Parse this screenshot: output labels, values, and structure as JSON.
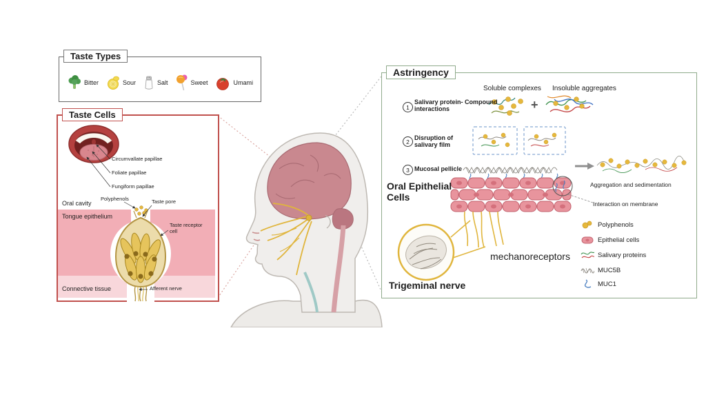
{
  "taste_types": {
    "title": "Taste Types",
    "items": [
      {
        "icon": "broccoli-icon",
        "label": "Bitter"
      },
      {
        "icon": "lemon-icon",
        "label": "Sour"
      },
      {
        "icon": "salt-shaker-icon",
        "label": "Salt"
      },
      {
        "icon": "lollipop-icon",
        "label": "Sweet"
      },
      {
        "icon": "tomato-icon",
        "label": "Umami"
      }
    ]
  },
  "taste_cells": {
    "title": "Taste Cells",
    "papillae": [
      "Circumvallate papillae",
      "Foliate papillae",
      "Fungiform papillae"
    ],
    "labels": {
      "oral_cavity": "Oral cavity",
      "tongue_epithelium": "Tongue epithelium",
      "polyphenols": "Polyphenols",
      "taste_pore": "Taste pore",
      "taste_receptor_cell": "Taste receptor cell",
      "connective_tissue": "Connective tissue",
      "afferent_nerve": "Afferent nerve"
    }
  },
  "astringency": {
    "title": "Astringency",
    "soluble_header": "Soluble complexes",
    "insoluble_header": "Insoluble aggregates",
    "plus_sign": "+",
    "steps": [
      {
        "num": "1",
        "label": "Salivary protein- Compound interactions"
      },
      {
        "num": "2",
        "label": "Disruption of salivary film"
      },
      {
        "num": "3",
        "label": "Mucosal pellicle"
      }
    ],
    "oral_epithelial_cells": "Oral Epithelial Cells",
    "aggregation_label": "Aggregation and sedimentation",
    "interaction_label": "Interaction on membrane",
    "mechanoreceptors_label": "mechanoreceptors",
    "trigeminal_label": "Trigeminal nerve",
    "legend": [
      {
        "icon": "polyphenols-icon",
        "label": "Polyphenols"
      },
      {
        "icon": "epithelial-cells-icon",
        "label": "Epithelial cells"
      },
      {
        "icon": "salivary-proteins-icon",
        "label": "Salivary proteins"
      },
      {
        "icon": "muc5b-icon",
        "label": "MUC5B"
      },
      {
        "icon": "muc1-icon",
        "label": "MUC1"
      }
    ]
  },
  "colors": {
    "taste_cells_border": "#c0504d",
    "astringency_border": "#8faa8b",
    "taste_types_border": "#666666",
    "polyphenol_yellow": "#e6b83c",
    "epithelial_pink": "#e8949d",
    "nerve_yellow": "#e0b53c",
    "brain_pink": "#c9888f",
    "muc1_blue": "#4a7fc1",
    "muc5b_gray": "#8a857e",
    "salivary_green": "#3a8f4a",
    "salivary_red": "#c24040"
  }
}
